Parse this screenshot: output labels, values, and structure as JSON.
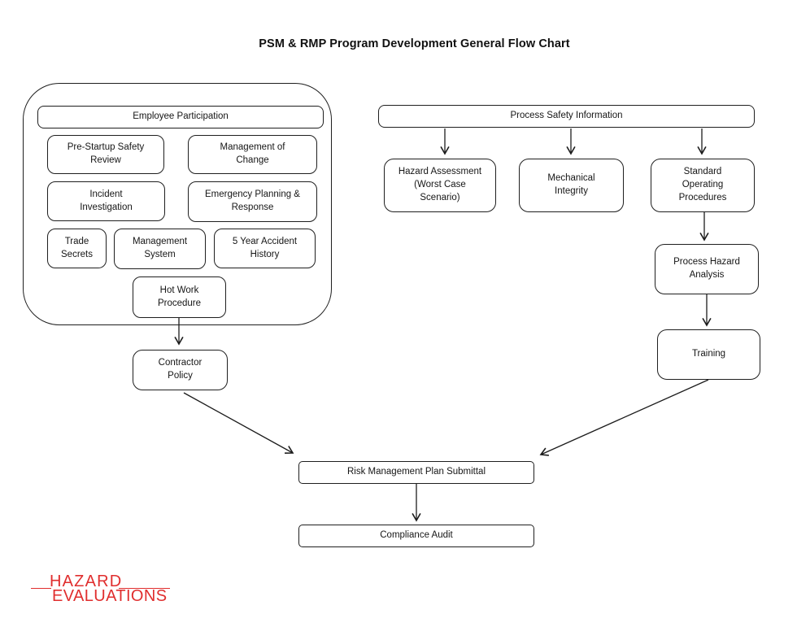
{
  "title": "PSM & RMP Program Development General Flow Chart",
  "diagram": {
    "nodes": {
      "employee_participation": "Employee Participation",
      "pre_startup_safety_review": "Pre-Startup Safety\nReview",
      "management_of_change": "Management of\nChange",
      "incident_investigation": "Incident\nInvestigation",
      "emergency_planning_response": "Emergency Planning &\nResponse",
      "trade_secrets": "Trade\nSecrets",
      "management_system": "Management\nSystem",
      "five_year_accident_history": "5 Year Accident\nHistory",
      "hot_work_procedure": "Hot Work\nProcedure",
      "contractor_policy": "Contractor\nPolicy",
      "process_safety_information": "Process Safety Information",
      "hazard_assessment": "Hazard Assessment\n(Worst Case\nScenario)",
      "mechanical_integrity": "Mechanical\nIntegrity",
      "standard_operating_procedures": "Standard\nOperating\nProcedures",
      "process_hazard_analysis": "Process Hazard\nAnalysis",
      "training": "Training",
      "risk_management_plan_submittal": "Risk Management Plan Submittal",
      "compliance_audit": "Compliance Audit"
    },
    "line_color": "#1c1c1c"
  },
  "logo": {
    "line1": "HAZARD",
    "line2": "EVALUATIONS",
    "color": "#e02e2e"
  }
}
